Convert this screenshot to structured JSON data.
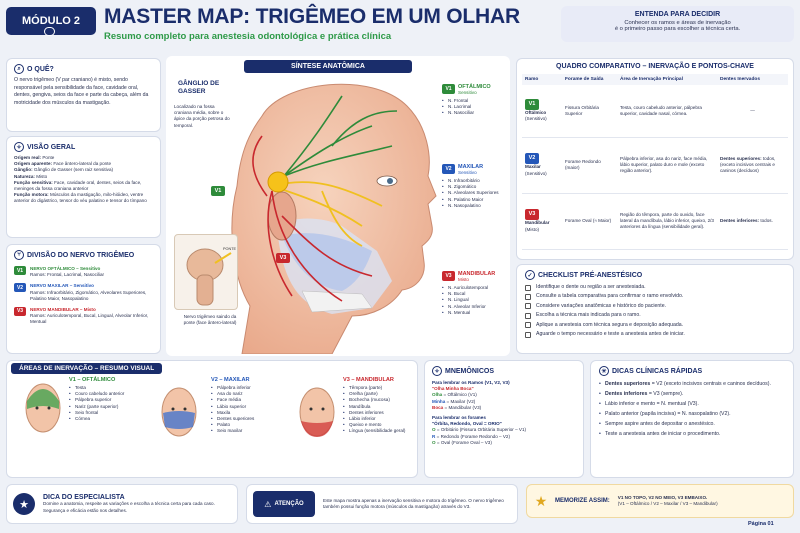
{
  "module_badge": "MÓDULO 2",
  "title": "MASTER MAP: TRIGÊMEO EM UM OLHAR",
  "subtitle": "Resumo completo para anestesia odontológica e prática clínica",
  "decide": {
    "title": "ENTENDA PARA DECIDIR",
    "text1": "Conhecer os ramos e áreas de inervação",
    "text2": "é o primeiro passo para escolher a técnica certa."
  },
  "oque": {
    "title": "O QUÊ?",
    "text": "O nervo trigêmeo (V par craniano) é misto, sendo responsável pela sensibilidade da face, cavidade oral, dentes, gengiva, seios da face e parte da cabeça, além da motricidade dos músculos da mastigação."
  },
  "visao": {
    "title": "VISÃO GERAL",
    "items": [
      {
        "k": "Origem real:",
        "v": " Ponte"
      },
      {
        "k": "Origem aparente:",
        "v": " Face ântero-lateral da ponte"
      },
      {
        "k": "Gânglio:",
        "v": " Gânglio de Gasser (sem raiz sensitiva)"
      },
      {
        "k": "Natureza:",
        "v": " Misto"
      },
      {
        "k": "Função sensitiva:",
        "v": " Face, cavidade oral, dentes, seios da face, meninges da fossa craniana anterior"
      },
      {
        "k": "Função motora:",
        "v": " Músculos da mastigação, milo-hióideo, ventre anterior do digástrico, tensor do véu palatino e tensor do tímpano"
      }
    ]
  },
  "divisao": {
    "title": "DIVISÃO DO NERVO TRIGÊMEO",
    "rows": [
      {
        "badge": "V1",
        "name": "NERVO OFTÁLMICO – Sensitivo",
        "branches": "Ramos: Frontal, Lacrimal, Nasociliar"
      },
      {
        "badge": "V2",
        "name": "NERVO MAXILAR – Sensitivo",
        "branches": "Ramos: Infraorbitário, Zigomático, Alveolares Superiores, Palatino Maior, Nasopalatino"
      },
      {
        "badge": "V3",
        "name": "NERVO MANDIBULAR – Misto",
        "branches": "Ramos: Auriculotemporal, Bucal, Lingual, Alveolar Inferior, Mentual"
      }
    ]
  },
  "sintese": {
    "title": "SÍNTESE ANATÔMICA",
    "ganglio": "GÂNGLIO DE GASSER",
    "ganglio_desc": "Localizado na fossa craniana média, sobre o ápice da porção petrosa do temporal.",
    "ponte": "PONTE",
    "nervo_caption": "Nervo trigêmeo saindo da ponte (face ântero-lateral)",
    "v1": {
      "badge": "V1",
      "title": "OFTÁLMICO",
      "sub": "Sensitivo",
      "items": [
        "N. Frontal",
        "N. Lacrimal",
        "N. Nasociliar"
      ]
    },
    "v2": {
      "badge": "V2",
      "title": "MAXILAR",
      "sub": "Sensitivo",
      "items": [
        "N. Infraorbitário",
        "N. Zigomático",
        "N. Alveolares Superiores",
        "N. Palatino Maior",
        "N. Nasopalatino"
      ]
    },
    "v3": {
      "badge": "V3",
      "title": "MANDIBULAR",
      "sub": "Misto",
      "items": [
        "N. Auriculotemporal",
        "N. Bucal",
        "N. Lingual",
        "N. Alveolar Inferior",
        "N. Mentual"
      ]
    }
  },
  "quadro": {
    "title": "QUADRO COMPARATIVO – INERVAÇÃO E PONTOS-CHAVE",
    "headers": [
      "Ramo",
      "Forame de Saída",
      "Área de Inervação Principal",
      "Dentes Inervados"
    ],
    "rows": [
      {
        "badge": "V1",
        "ramo": "Oftálmico",
        "tipo": "(Sensitivo)",
        "forame": "Fissura Orbitária Superior",
        "area": "Testa, couro cabeludo anterior, pálpebra superior, cavidade nasal, córnea.",
        "dentes_b": "",
        "dentes": "—"
      },
      {
        "badge": "V2",
        "ramo": "Maxilar",
        "tipo": "(Sensitivo)",
        "forame": "Forame Redondo (maior)",
        "area": "Pálpebra inferior, asa do nariz, face média, lábio superior, palato duro e mole (exceto região anterior).",
        "dentes_b": "Dentes superiores:",
        "dentes": " todos, (exceto incisivos centrais e caninos (decíduos)"
      },
      {
        "badge": "V3",
        "ramo": "Mandibular",
        "tipo": "(Misto)",
        "forame": "Forame Oval (≈ Maior)",
        "area": "Região do têmpora, parte do ouvido, face lateral da mandíbula, lábio inferior, queixo, 2/3 anteriores da língua (sensibilidade geral).",
        "dentes_b": "Dentes inferiores:",
        "dentes": " todos."
      }
    ]
  },
  "checklist": {
    "title": "CHECKLIST PRÉ-ANESTÉSICO",
    "items": [
      "Identifique o dente ou região a ser anestesiada.",
      "Consulte a tabela comparativa para confirmar o ramo envolvido.",
      "Considere variações anatômicas e histórico do paciente.",
      "Escolha a técnica mais indicada para o ramo.",
      "Aplique a anestesia com técnica segura e deposição adequada.",
      "Aguarde o tempo necessário e teste a anestesia antes de iniciar."
    ]
  },
  "areas": {
    "title": "ÁREAS DE INERVAÇÃO – RESUMO VISUAL",
    "v1": {
      "title": "V1 – OFTÁLMICO",
      "items": [
        "Testa",
        "Couro cabeludo anterior",
        "Pálpebra superior",
        "Nariz (parte superior)",
        "Seio frontal",
        "Córnea"
      ]
    },
    "v2": {
      "title": "V2 – MAXILAR",
      "items": [
        "Pálpebra inferior",
        "Asa do nariz",
        "Face média",
        "Lábio superior",
        "Maxila",
        "Dentes superiores",
        "Palato",
        "Seio maxilar"
      ]
    },
    "v3": {
      "title": "V3 – MANDIBULAR",
      "items": [
        "Têmpora (parte)",
        "Orelha (parte)",
        "Bochecha (mucosa)",
        "Mandíbula",
        "Dentes inferiores",
        "Lábio inferior",
        "Queixo e mento",
        "Língua (sensibilidade geral)"
      ]
    }
  },
  "mnemonicos": {
    "title": "MNEMÔNICOS",
    "sub1": "Para lembrar os Ramos (V1, V2, V3)",
    "quote1": "\"Olha Minha Boca\"",
    "l1": [
      {
        "a": "Olha",
        "b": " = Oftálmico (V1)"
      },
      {
        "a": "Minha",
        "b": " = Maxilar (V2)"
      },
      {
        "a": "Boca",
        "b": " = Mandibular (V3)"
      }
    ],
    "sub2": "Para lembrar os forames",
    "quote2": "\"Órbita, Redondo, Oval = ORIO\"",
    "l2": [
      {
        "a": "O",
        "b": " = Orbitário (Fissura Orbitária Superior – V1)"
      },
      {
        "a": "R",
        "b": " = Redondo (Forame Redondo – V2)"
      },
      {
        "a": "O",
        "b": " = Oval (Forame Oval – V3)"
      }
    ]
  },
  "dicas": {
    "title": "DICAS CLÍNICAS RÁPIDAS",
    "items": [
      {
        "b": "Dentes superiores",
        "t": " = V2 (exceto incisivos centrais e caninos decíduos)."
      },
      {
        "b": "Dentes inferiores",
        "t": " = V3 (sempre)."
      },
      {
        "b": "",
        "t": "Lábio inferior e mento = N. mentual (V3)."
      },
      {
        "b": "",
        "t": "Palato anterior (papila incisiva) = N. nasopalatino (V2)."
      },
      {
        "b": "",
        "t": "Sempre aspire antes de depositar o anestésico."
      },
      {
        "b": "",
        "t": "Teste a anestesia antes de iniciar o procedimento."
      }
    ]
  },
  "footer": {
    "dica_title": "DICA DO ESPECIALISTA",
    "dica_text": "Domine a anatomia, respeite as variações e escolha a técnica certa para cada caso. Segurança e eficácia estão nos detalhes.",
    "atencao_title": "ATENÇÃO",
    "atencao_text": "Este mapa mostra apenas a inervação sensitiva e motora do trigêmeo. O nervo trigêmeo também possui função motora (músculos da mastigação) através do V3.",
    "memo_title": "MEMORIZE ASSIM:",
    "memo_text1": "V1 NO TOPO, V2 NO MEIO, V3 EMBAIXO.",
    "memo_text2": "(V1 – Oftálmico / V2 – Maxilar / V3 – Mandibular)",
    "page": "Página 01"
  },
  "colors": {
    "navy": "#1a2d6b",
    "v1": "#2e8b3a",
    "v2": "#2457b8",
    "v3": "#c8282e"
  }
}
